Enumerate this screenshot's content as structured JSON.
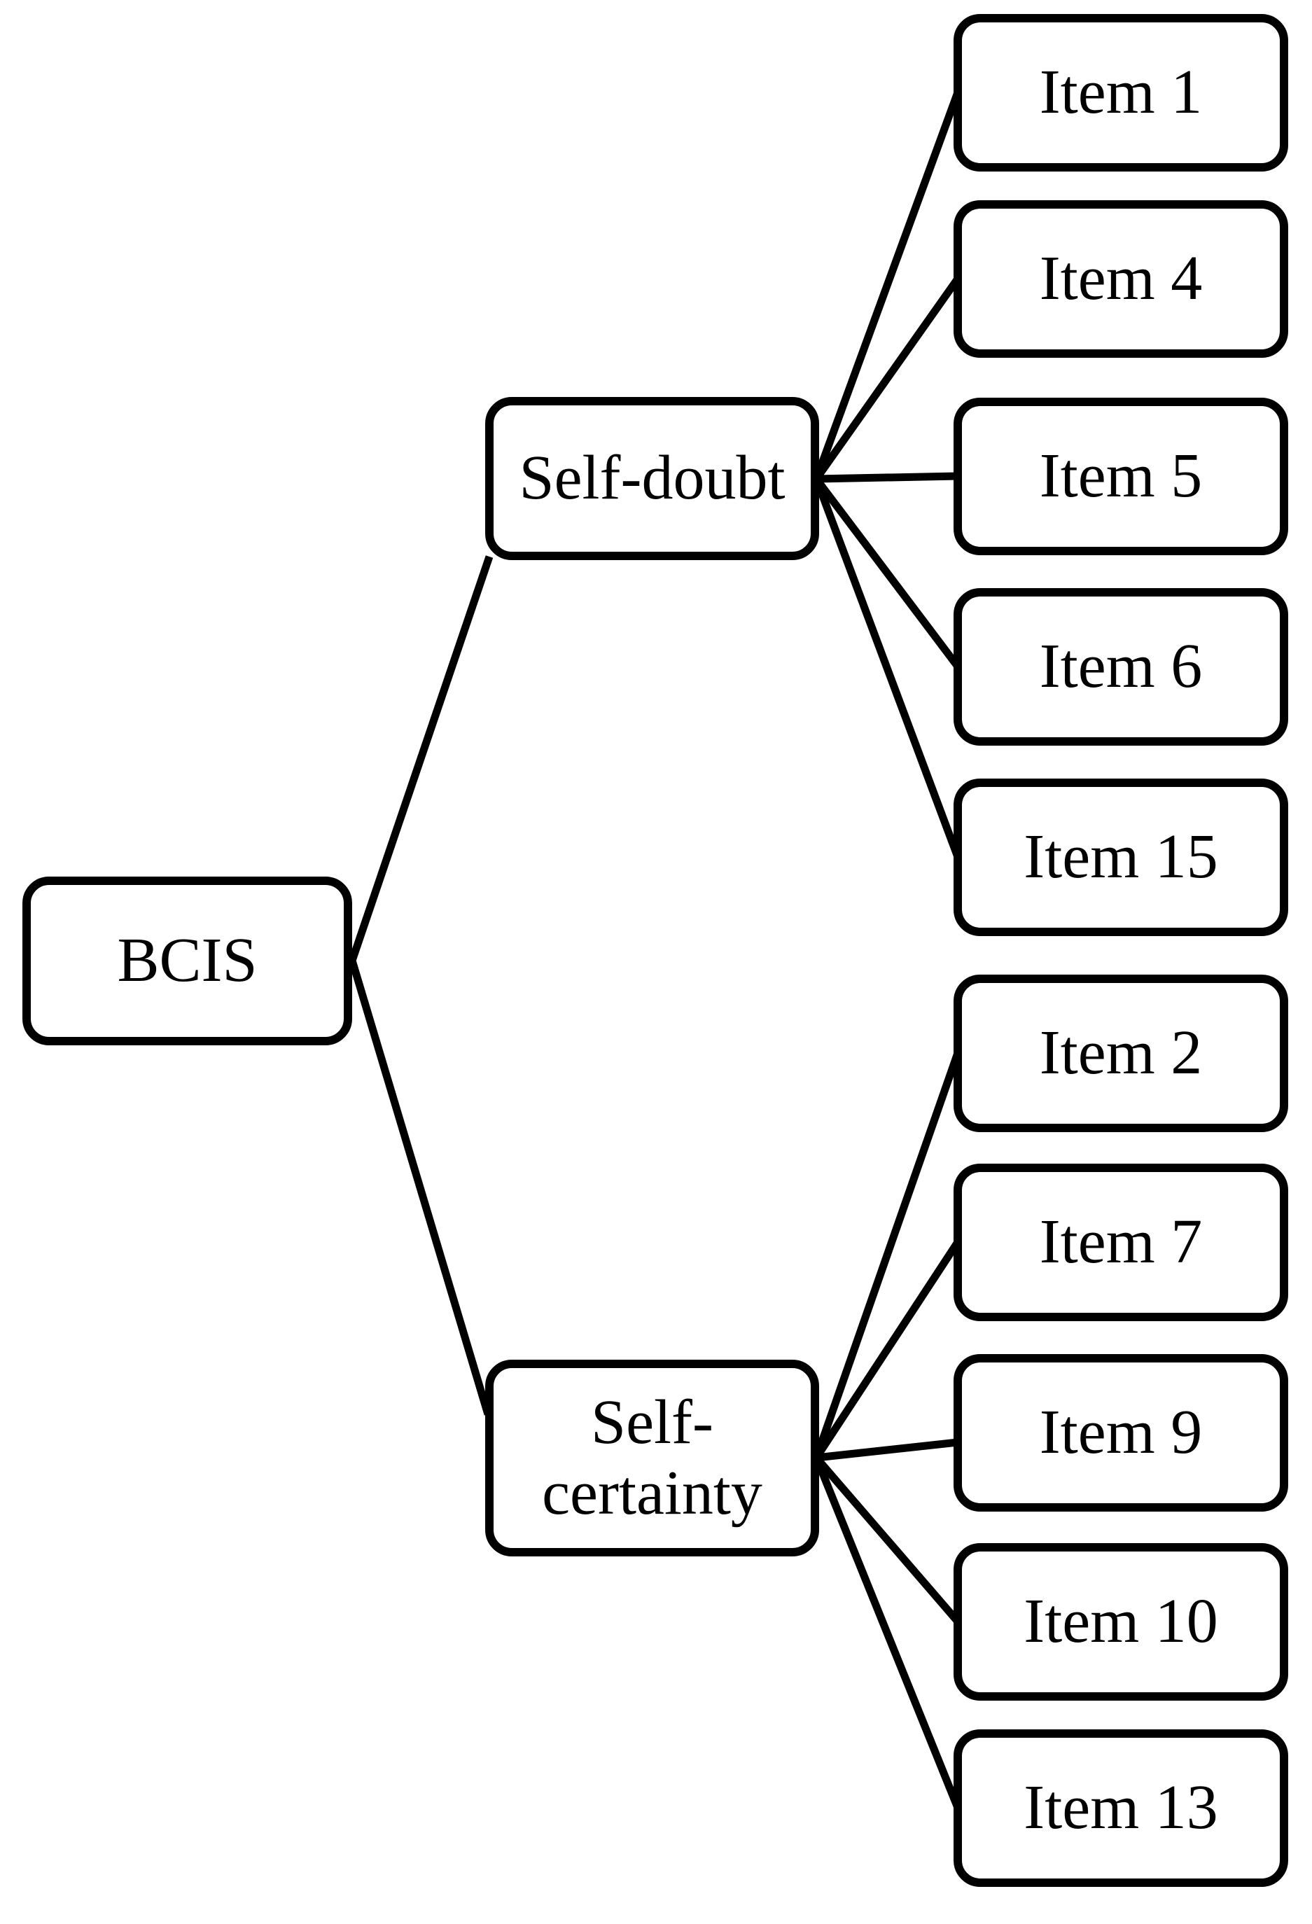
{
  "diagram": {
    "type": "factor-structure-tree",
    "colors": {
      "ink": "#000000",
      "background": "#ffffff"
    },
    "root": {
      "label": "BCIS"
    },
    "factors": [
      {
        "label": "Self-doubt",
        "items": [
          "Item 1",
          "Item 4",
          "Item 5",
          "Item 6",
          "Item 15"
        ]
      },
      {
        "label": "Self-certainty",
        "items": [
          "Item 2",
          "Item 7",
          "Item 9",
          "Item 10",
          "Item 13"
        ]
      }
    ]
  }
}
